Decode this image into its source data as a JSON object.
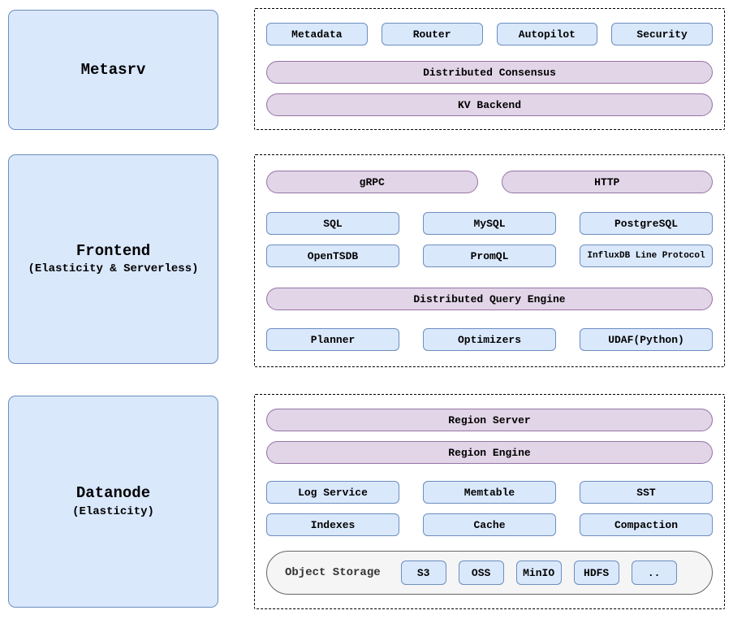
{
  "colors": {
    "box_fill": "#dae8fc",
    "box_stroke": "#6c8ebf",
    "pill_fill": "#e1d5e7",
    "pill_stroke": "#9673a6",
    "storage_fill": "#f5f5f5",
    "storage_stroke": "#666666",
    "dashed_border": "#000000",
    "background": "#ffffff"
  },
  "panels": [
    {
      "title": "Metasrv",
      "subtitle": ""
    },
    {
      "title": "Frontend",
      "subtitle": "(Elasticity & Serverless)"
    },
    {
      "title": "Datanode",
      "subtitle": "(Elasticity)"
    }
  ],
  "metasrv": {
    "modules": [
      "Metadata",
      "Router",
      "Autopilot",
      "Security"
    ],
    "layers": [
      "Distributed Consensus",
      "KV Backend"
    ]
  },
  "frontend": {
    "entry_layers": [
      "gRPC",
      "HTTP"
    ],
    "protocols_row1": [
      "SQL",
      "MySQL",
      "PostgreSQL"
    ],
    "protocols_row2": [
      "OpenTSDB",
      "PromQL",
      "InfluxDB Line Protocol"
    ],
    "query_layer": "Distributed Query Engine",
    "query_modules": [
      "Planner",
      "Optimizers",
      "UDAF(Python)"
    ]
  },
  "datanode": {
    "layers": [
      "Region Server",
      "Region Engine"
    ],
    "modules_row1": [
      "Log Service",
      "Memtable",
      "SST"
    ],
    "modules_row2": [
      "Indexes",
      "Cache",
      "Compaction"
    ],
    "object_storage": {
      "label": "Object Storage",
      "backends": [
        "S3",
        "OSS",
        "MinIO",
        "HDFS",
        ".."
      ]
    }
  }
}
